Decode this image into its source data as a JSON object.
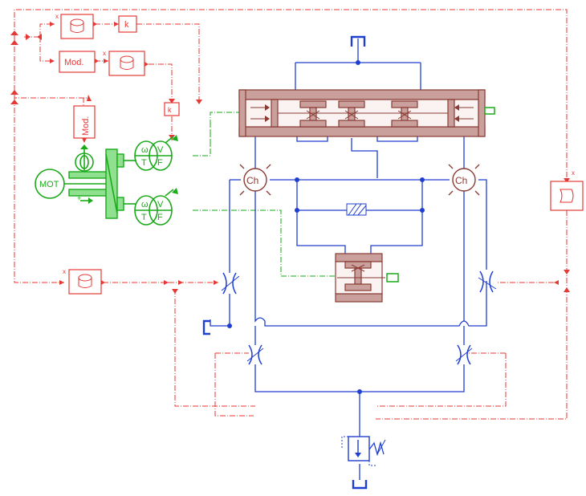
{
  "labels": {
    "k_top": "k",
    "k_mid": "k",
    "mod_top": "Mod.",
    "mod_side": "Mod.",
    "mot": "MOT",
    "omega": "ω",
    "v1": "V",
    "t1": "T",
    "f1": "F",
    "omega2": "ω",
    "v2": "V",
    "t2": "T",
    "f2": "F",
    "ch_left": "Ch",
    "ch_right": "Ch",
    "x1": "x",
    "x2": "x",
    "x3": "x",
    "x4": "x"
  },
  "colors": {
    "signal": "#e53935",
    "hydraulic": "#1f3fd1",
    "mechanical": "#8a3b34",
    "motor_line": "#1aaa1a"
  },
  "icons": [
    "table-icon",
    "gain-icon",
    "motor-icon",
    "spring-icon",
    "chamber-icon",
    "restriction-icon",
    "tank-icon",
    "relief-valve-icon",
    "cylinder-icon"
  ]
}
